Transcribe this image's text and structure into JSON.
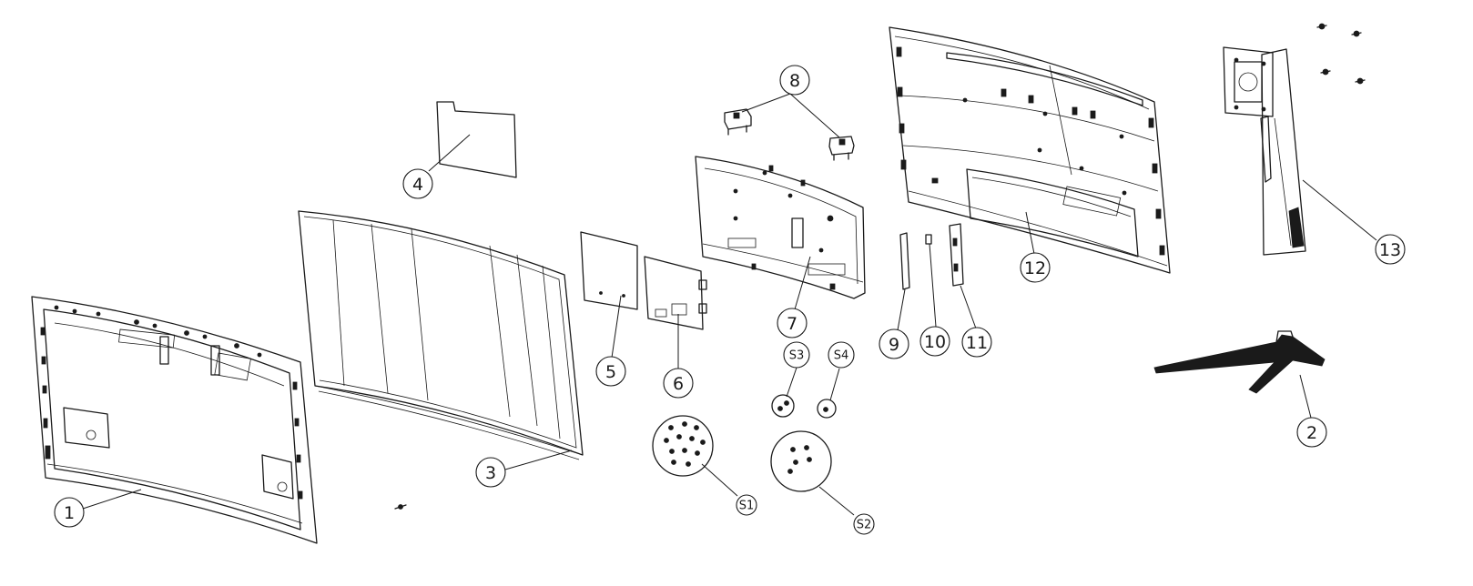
{
  "callouts": [
    {
      "id": "1",
      "label": "1"
    },
    {
      "id": "2",
      "label": "2"
    },
    {
      "id": "3",
      "label": "3"
    },
    {
      "id": "4",
      "label": "4"
    },
    {
      "id": "5",
      "label": "5"
    },
    {
      "id": "6",
      "label": "6"
    },
    {
      "id": "7",
      "label": "7"
    },
    {
      "id": "8",
      "label": "8"
    },
    {
      "id": "9",
      "label": "9"
    },
    {
      "id": "10",
      "label": "10"
    },
    {
      "id": "11",
      "label": "11"
    },
    {
      "id": "12",
      "label": "12"
    },
    {
      "id": "13",
      "label": "13"
    },
    {
      "id": "S1",
      "label": "S1"
    },
    {
      "id": "S2",
      "label": "S2"
    },
    {
      "id": "S3",
      "label": "S3"
    },
    {
      "id": "S4",
      "label": "S4"
    }
  ],
  "colors": {
    "line": "#1a1a1a",
    "background": "#ffffff"
  }
}
